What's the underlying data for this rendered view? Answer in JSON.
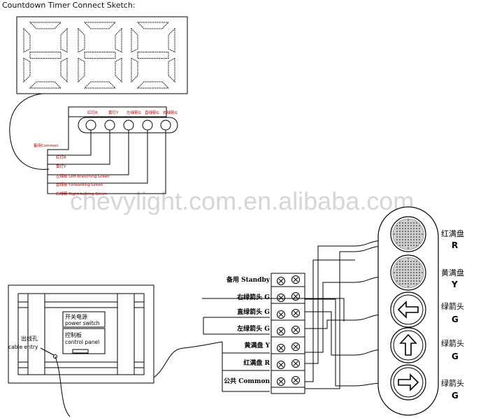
{
  "title": "Countdown Timer Connect Sketch:",
  "watermark": "chevylight.com.en.alibaba.com",
  "countdown_display": {
    "digits": 3,
    "connector_labels": [
      "红灯R",
      "黄灯Y",
      "左绿箭G",
      "直绿箭G",
      "右绿箭G"
    ],
    "wire_labels": [
      "备用Common",
      "红灯R",
      "黄灯Y",
      "左绿箭 Left-branching Green",
      "直绿箭 Forwarding Green",
      "右绿箭 Right-turning Green"
    ]
  },
  "control_box": {
    "switch_label_cn": "开关电源",
    "switch_label_en": "power switch",
    "panel_label_cn": "控制板",
    "panel_label_en": "control panel",
    "cable_entry_cn": "出线孔",
    "cable_entry_en": "cable entry"
  },
  "terminal_block": {
    "labels": [
      "备用 Standby",
      "右绿箭头 G",
      "直绿箭头 G",
      "左绿箭头 G",
      "黄满盘 Y",
      "红满盘 R",
      "公共 Common"
    ]
  },
  "traffic_light": {
    "lamps": [
      {
        "name": "红满盘",
        "code": "R",
        "symbol": "full-ball"
      },
      {
        "name": "黄满盘",
        "code": "Y",
        "symbol": "full-ball"
      },
      {
        "name": "绿箭头",
        "code": "G",
        "symbol": "left-arrow"
      },
      {
        "name": "绿箭头",
        "code": "G",
        "symbol": "up-arrow"
      },
      {
        "name": "绿箭头",
        "code": "G",
        "symbol": "right-arrow"
      }
    ]
  }
}
